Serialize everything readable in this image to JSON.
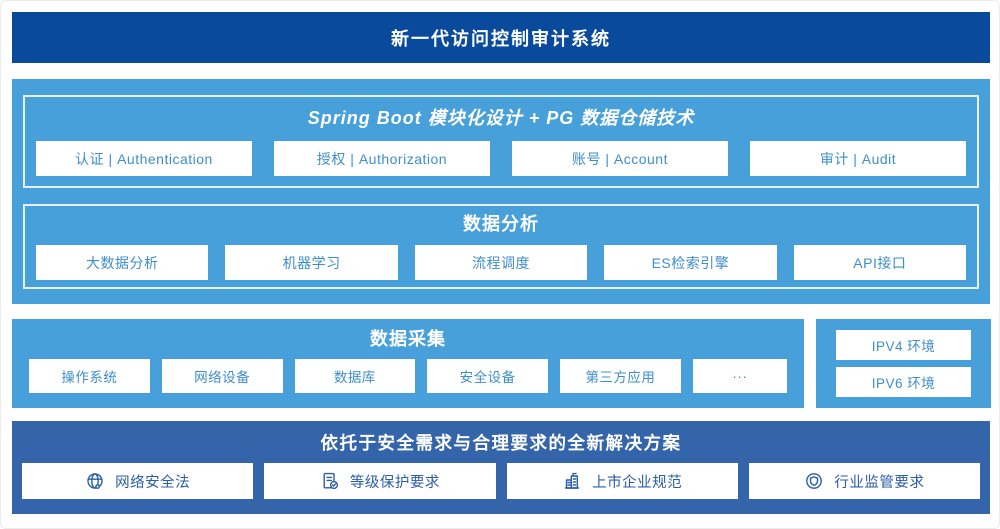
{
  "header": {
    "title": "新一代访问控制审计系统"
  },
  "platform": {
    "modules_section": {
      "title": "Spring Boot 模块化设计 + PG 数据仓储技术",
      "items": [
        "认证 | Authentication",
        "授权 | Authorization",
        "账号 | Account",
        "审计 | Audit"
      ]
    },
    "analysis_section": {
      "title": "数据分析",
      "items": [
        "大数据分析",
        "机器学习",
        "流程调度",
        "ES检索引擎",
        "API接口"
      ]
    }
  },
  "collection_section": {
    "title": "数据采集",
    "items": [
      "操作系统",
      "网络设备",
      "数据库",
      "安全设备",
      "第三方应用",
      "···"
    ]
  },
  "network_env": {
    "items": [
      "IPV4 环境",
      "IPV6 环境"
    ]
  },
  "solution_section": {
    "title": "依托于安全需求与合理要求的全新解决方案",
    "items": [
      {
        "icon": "globe-icon",
        "label": "网络安全法"
      },
      {
        "icon": "document-check-icon",
        "label": "等级保护要求"
      },
      {
        "icon": "building-icon",
        "label": "上市企业规范"
      },
      {
        "icon": "shield-badge-icon",
        "label": "行业监管要求"
      }
    ]
  },
  "colors": {
    "header_blue": "#0a4a9c",
    "light_blue": "#47a0d9",
    "solution_blue": "#3465ab",
    "box_text_blue": "#3e8ecc",
    "solution_text_blue": "#2b5da9"
  }
}
